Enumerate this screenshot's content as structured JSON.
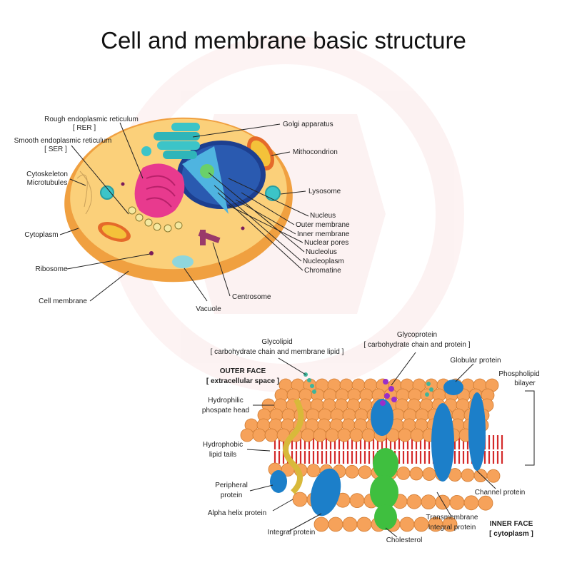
{
  "title": "Cell and membrane basic structure",
  "colors": {
    "cell_fill": "#f6b24a",
    "cell_inner": "#fbd47c",
    "golgi": "#3cc4c8",
    "nucleus": "#2a4fa0",
    "rer": "#e83a8e",
    "lipid_head": "#f6a25a",
    "lipid_tail": "#d42a2a",
    "protein_blue": "#1c7fc9",
    "cholesterol": "#3fbf3f",
    "helix": "#d8b93a"
  },
  "cell_labels": {
    "rer_line1": "Rough endoplasmic reticulum",
    "rer_line2": "[ RER ]",
    "ser_line1": "Smooth endoplasmic reticulum",
    "ser_line2": "[ SER ]",
    "cytoskeleton_line1": "Cytoskeleton",
    "cytoskeleton_line2": "Microtubules",
    "cytoplasm": "Cytoplasm",
    "ribosome": "Ribosome",
    "cell_membrane": "Cell membrane",
    "golgi": "Golgi apparatus",
    "mitochondrion": "Mithocondrion",
    "lysosome": "Lysosome",
    "nucleus": "Nucleus",
    "outer_membrane": "Outer membrane",
    "inner_membrane": "Inner membrane",
    "nuclear_pores": "Nuclear pores",
    "nucleolus": "Nucleolus",
    "nucleoplasm": "Nucleoplasm",
    "chromatine": "Chromatine",
    "centrosome": "Centrosome",
    "vacuole": "Vacuole"
  },
  "membrane_labels": {
    "glycolipid_line1": "Glycolipid",
    "glycolipid_line2": "[ carbohydrate chain and membrane lipid ]",
    "glycoprotein_line1": "Glycoprotein",
    "glycoprotein_line2": "[ carbohydrate chain and protein ]",
    "globular_protein": "Globular protein",
    "phospholipid_line1": "Phospholipid",
    "phospholipid_line2": "bilayer",
    "outer_face_line1": "OUTER FACE",
    "outer_face_line2": "[ extracellular space ]",
    "hydrophilic_line1": "Hydrophilic",
    "hydrophilic_line2": "phospate head",
    "hydrophobic_line1": "Hydrophobic",
    "hydrophobic_line2": "lipid tails",
    "peripheral_line1": "Peripheral",
    "peripheral_line2": "protein",
    "alpha_helix": "Alpha helix protein",
    "integral_protein": "Integral protein",
    "cholesterol": "Cholesterol",
    "transmembrane_line1": "Transmembrane",
    "transmembrane_line2": "Integral protein",
    "channel_protein": "Channel protein",
    "inner_face_line1": "INNER FACE",
    "inner_face_line2": "[ cytoplasm ]"
  }
}
